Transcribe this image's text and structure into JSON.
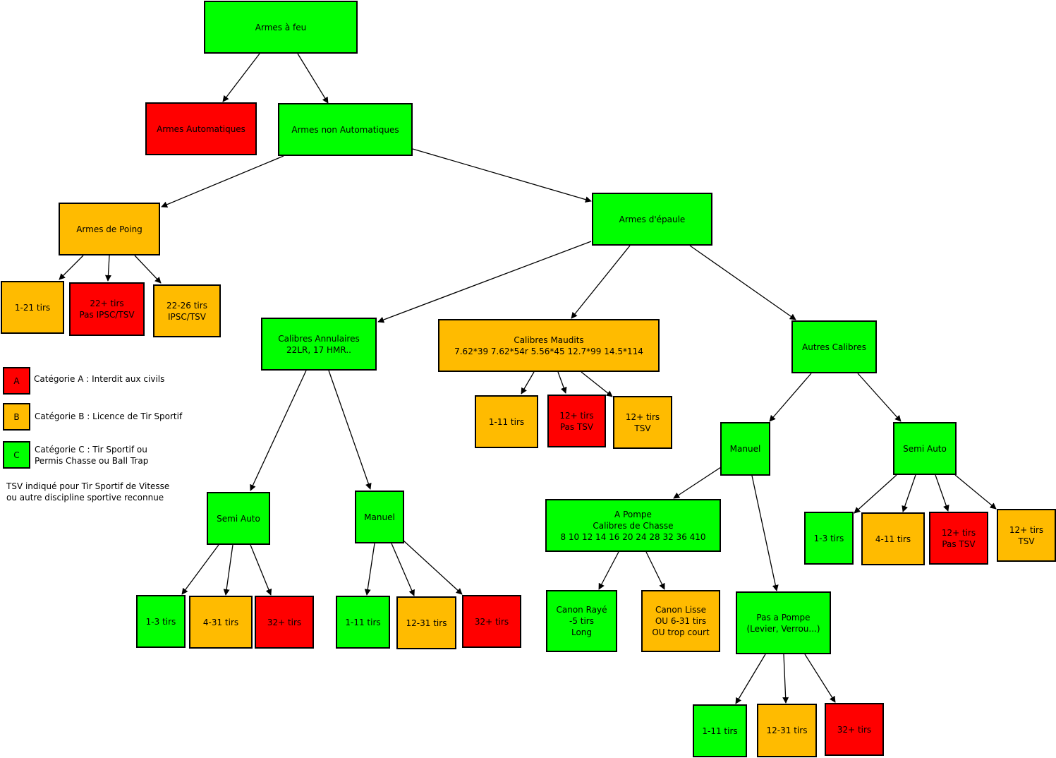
{
  "colors": {
    "green": "#00ff00",
    "orange": "#ffbb00",
    "red": "#ff0000"
  },
  "nodes": {
    "root": "Armes à feu",
    "auto": "Armes Automatiques",
    "non_auto": "Armes non Automatiques",
    "poing": "Armes de Poing",
    "p1": "1-21 tirs",
    "p2": "22+ tirs\nPas IPSC/TSV",
    "p3": "22-26 tirs\nIPSC/TSV",
    "epaule": "Armes d'épaule",
    "annulaires": "Calibres Annulaires\n22LR, 17 HMR..",
    "maudits": "Calibres Maudits\n7.62*39 7.62*54r 5.56*45 12.7*99 14.5*114",
    "autres": "Autres Calibres",
    "m1": "1-11 tirs",
    "m2": "12+ tirs\nPas TSV",
    "m3": "12+ tirs\nTSV",
    "a_semi": "Semi Auto",
    "a_manuel": "Manuel",
    "as1": "1-3 tirs",
    "as2": "4-31 tirs",
    "as3": "32+ tirs",
    "am1": "1-11 tirs",
    "am2": "12-31 tirs",
    "am3": "32+ tirs",
    "o_manuel": "Manuel",
    "o_semi": "Semi Auto",
    "pompe": "A Pompe\nCalibres de Chasse\n8 10 12 14 16 20 24 28 32 36 410",
    "raye": "Canon Rayé\n-5 tirs\nLong",
    "lisse": "Canon Lisse\nOU 6-31 tirs\nOU trop court",
    "pas_pompe": "Pas a Pompe\n(Levier, Verrou...)",
    "pp1": "1-11 tirs",
    "pp2": "12-31 tirs",
    "pp3": "32+ tirs",
    "os1": "1-3 tirs",
    "os2": "4-11 tirs",
    "os3": "12+ tirs\nPas TSV",
    "os4": "12+ tirs\nTSV"
  },
  "legend": {
    "a_key": "A",
    "a_text": "Catégorie A : Interdit aux civils",
    "b_key": "B",
    "b_text": "Catégorie B : Licence de Tir Sportif",
    "c_key": "C",
    "c_text": "Catégorie C : Tir Sportif ou\nPermis Chasse ou Ball Trap",
    "note": "TSV indiqué pour Tir Sportif de Vitesse\nou autre discipline sportive reconnue"
  }
}
